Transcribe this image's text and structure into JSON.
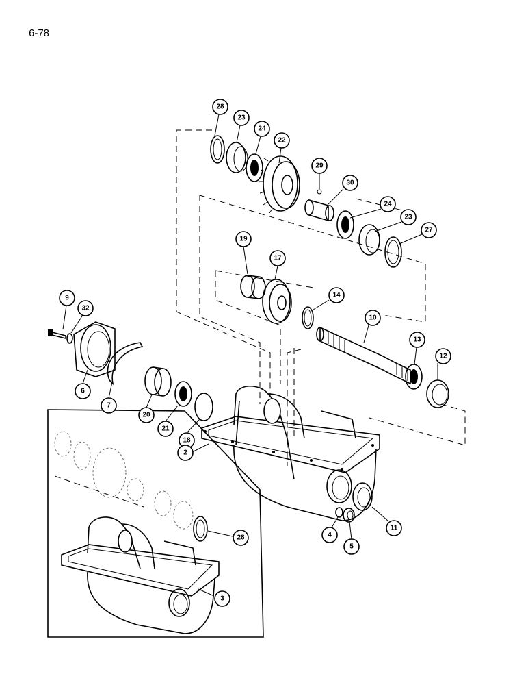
{
  "page_number": "6-78",
  "callouts": {
    "c28a": "28",
    "c23a": "23",
    "c24a": "24",
    "c22": "22",
    "c29": "29",
    "c30": "30",
    "c24b": "24",
    "c23b": "23",
    "c27": "27",
    "c19": "19",
    "c17": "17",
    "c14": "14",
    "c10": "10",
    "c13": "13",
    "c12": "12",
    "c9": "9",
    "c32": "32",
    "c6": "6",
    "c7": "7",
    "c20": "20",
    "c21": "21",
    "c18": "18",
    "c2": "2",
    "c4": "4",
    "c5": "5",
    "c11": "11",
    "c28b": "28",
    "c3": "3"
  }
}
